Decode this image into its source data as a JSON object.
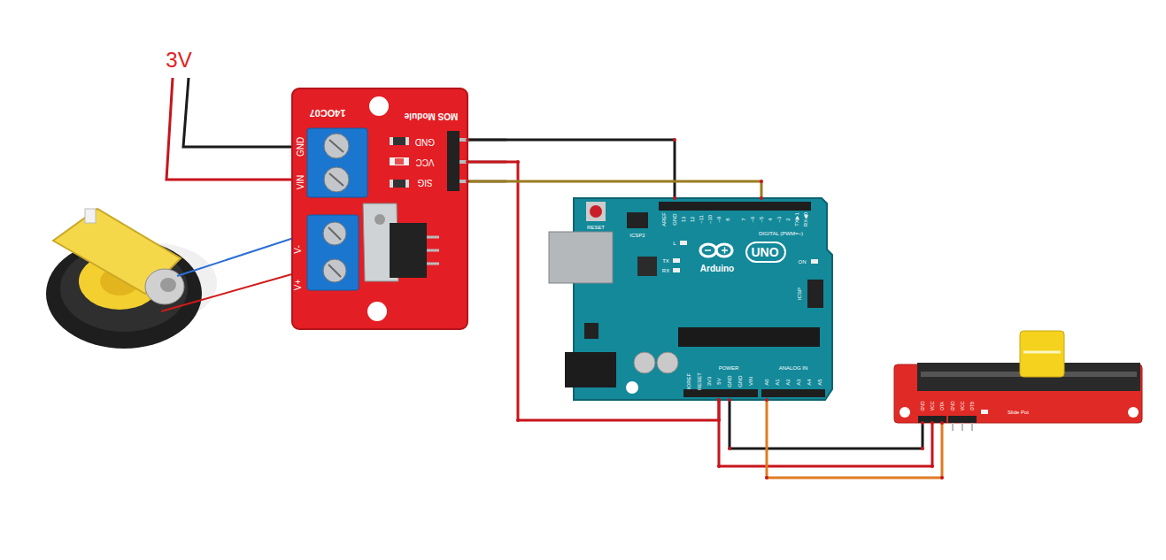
{
  "diagram": {
    "nodes": [
      {
        "text": [
          "14OC07",
          "MOS Module"
        ]
      },
      {
        "text": [
          "Arduino",
          "UNO"
        ]
      },
      {
        "text": [
          "Slide Pot"
        ]
      }
    ],
    "edges": [
      {
        "from": 0,
        "to": 1,
        "arrow": "none"
      },
      {
        "from": 0,
        "to": 1,
        "arrow": "none"
      },
      {
        "from": 0,
        "to": 1,
        "arrow": "none"
      },
      {
        "from": 1,
        "to": 2,
        "arrow": "none"
      },
      {
        "from": 1,
        "to": 2,
        "arrow": "none"
      },
      {
        "from": 1,
        "to": 2,
        "arrow": "none"
      }
    ],
    "labels": [
      "3V",
      "GND",
      "VIN",
      "V-",
      "V+",
      "GND",
      "VCC",
      "SIG",
      "RESET",
      "ICSP2",
      "AREF",
      "GND",
      "13",
      "12",
      "~11",
      "~10",
      "~9",
      "8",
      "7",
      "~6",
      "~5",
      "4",
      "~3",
      "2",
      "TX▶1",
      "RX◀0",
      "DIGITAL (PWM=~)",
      "L",
      "TX",
      "RX",
      "ON",
      "ICSP",
      "IOREF",
      "RESET",
      "3V3",
      "5V",
      "GND",
      "GND",
      "VIN",
      "POWER",
      "ANALOG IN",
      "A0",
      "A1",
      "A2",
      "A3",
      "A4",
      "A5",
      "GND",
      "VCC",
      "OTA",
      "GND",
      "VCC",
      "OTB"
    ]
  }
}
